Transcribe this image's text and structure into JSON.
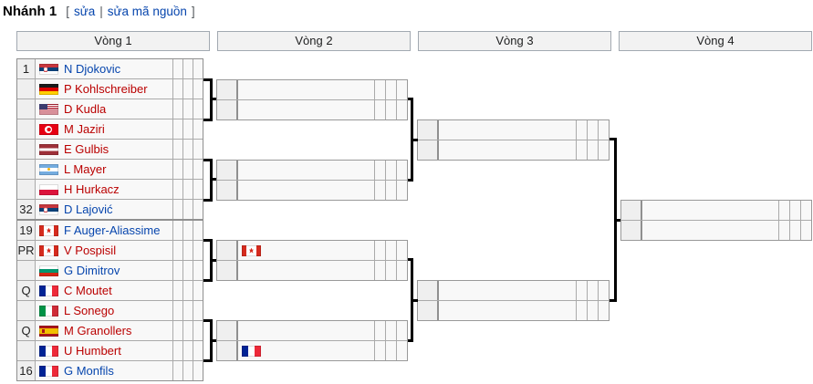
{
  "header": {
    "title": "Nhánh 1",
    "bracket_open": "[",
    "edit_label": "sửa",
    "separator": "|",
    "edit_source_label": "sửa mã nguồn",
    "bracket_close": "]"
  },
  "rounds": [
    "Vòng 1",
    "Vòng 2",
    "Vòng 3",
    "Vòng 4"
  ],
  "colors": {
    "link_blue": "#0645ad",
    "link_red": "#ba0000",
    "header_bg": "#f2f2f2",
    "cell_bg": "#f8f8f8",
    "seed_bg": "#efefef",
    "cell_border": "#aaaaaa",
    "connector": "#000000"
  },
  "bracket": {
    "round1": [
      {
        "seed": "1",
        "flag": "rs",
        "country": "serbia",
        "name": "N Djokovic",
        "link": "blue",
        "scores": [
          "",
          "",
          ""
        ]
      },
      {
        "seed": "",
        "flag": "de",
        "country": "germany",
        "name": "P Kohlschreiber",
        "link": "red",
        "scores": [
          "",
          "",
          ""
        ]
      },
      {
        "seed": "",
        "flag": "us",
        "country": "united-states",
        "name": "D Kudla",
        "link": "red",
        "scores": [
          "",
          "",
          ""
        ]
      },
      {
        "seed": "",
        "flag": "tn",
        "country": "tunisia",
        "name": "M Jaziri",
        "link": "red",
        "scores": [
          "",
          "",
          ""
        ]
      },
      {
        "seed": "",
        "flag": "lv",
        "country": "latvia",
        "name": "E Gulbis",
        "link": "red",
        "scores": [
          "",
          "",
          ""
        ]
      },
      {
        "seed": "",
        "flag": "ar",
        "country": "argentina",
        "name": "L Mayer",
        "link": "red",
        "scores": [
          "",
          "",
          ""
        ]
      },
      {
        "seed": "",
        "flag": "pl",
        "country": "poland",
        "name": "H Hurkacz",
        "link": "red",
        "scores": [
          "",
          "",
          ""
        ]
      },
      {
        "seed": "32",
        "flag": "rs",
        "country": "serbia",
        "name": "D Lajović",
        "link": "blue",
        "scores": [
          "",
          "",
          ""
        ]
      },
      {
        "seed": "19",
        "flag": "ca",
        "country": "canada",
        "name": "F Auger-Aliassime",
        "link": "blue",
        "scores": [
          "",
          "",
          ""
        ]
      },
      {
        "seed": "PR",
        "flag": "ca",
        "country": "canada",
        "name": "V Pospisil",
        "link": "red",
        "scores": [
          "",
          "",
          ""
        ]
      },
      {
        "seed": "",
        "flag": "bg",
        "country": "bulgaria",
        "name": "G Dimitrov",
        "link": "blue",
        "scores": [
          "",
          "",
          ""
        ]
      },
      {
        "seed": "Q",
        "flag": "fr",
        "country": "france",
        "name": "C Moutet",
        "link": "red",
        "scores": [
          "",
          "",
          ""
        ]
      },
      {
        "seed": "",
        "flag": "it",
        "country": "italy",
        "name": "L Sonego",
        "link": "red",
        "scores": [
          "",
          "",
          ""
        ]
      },
      {
        "seed": "Q",
        "flag": "es",
        "country": "spain",
        "name": "M Granollers",
        "link": "red",
        "scores": [
          "",
          "",
          ""
        ]
      },
      {
        "seed": "",
        "flag": "fr",
        "country": "france",
        "name": "U Humbert",
        "link": "red",
        "scores": [
          "",
          "",
          ""
        ]
      },
      {
        "seed": "16",
        "flag": "fr",
        "country": "france",
        "name": "G Monfils",
        "link": "blue",
        "scores": [
          "",
          "",
          ""
        ]
      }
    ],
    "round2": [
      {
        "seed": "",
        "flag": "",
        "country": "",
        "name": "",
        "link": "",
        "scores": [
          "",
          "",
          ""
        ]
      },
      {
        "seed": "",
        "flag": "",
        "country": "",
        "name": "",
        "link": "",
        "scores": [
          "",
          "",
          ""
        ]
      },
      {
        "seed": "",
        "flag": "",
        "country": "",
        "name": "",
        "link": "",
        "scores": [
          "",
          "",
          ""
        ]
      },
      {
        "seed": "",
        "flag": "",
        "country": "",
        "name": "",
        "link": "",
        "scores": [
          "",
          "",
          ""
        ]
      },
      {
        "seed": "",
        "flag": "ca",
        "country": "canada",
        "name": "",
        "link": "",
        "scores": [
          "",
          "",
          ""
        ]
      },
      {
        "seed": "",
        "flag": "",
        "country": "",
        "name": "",
        "link": "",
        "scores": [
          "",
          "",
          ""
        ]
      },
      {
        "seed": "",
        "flag": "",
        "country": "",
        "name": "",
        "link": "",
        "scores": [
          "",
          "",
          ""
        ]
      },
      {
        "seed": "",
        "flag": "fr",
        "country": "france",
        "name": "",
        "link": "",
        "scores": [
          "",
          "",
          ""
        ]
      }
    ],
    "round3": [
      {
        "seed": "",
        "flag": "",
        "country": "",
        "name": "",
        "link": "",
        "scores": [
          "",
          "",
          ""
        ]
      },
      {
        "seed": "",
        "flag": "",
        "country": "",
        "name": "",
        "link": "",
        "scores": [
          "",
          "",
          ""
        ]
      },
      {
        "seed": "",
        "flag": "",
        "country": "",
        "name": "",
        "link": "",
        "scores": [
          "",
          "",
          ""
        ]
      },
      {
        "seed": "",
        "flag": "",
        "country": "",
        "name": "",
        "link": "",
        "scores": [
          "",
          "",
          ""
        ]
      }
    ],
    "round4": [
      {
        "seed": "",
        "flag": "",
        "country": "",
        "name": "",
        "link": "",
        "scores": [
          "",
          "",
          ""
        ]
      },
      {
        "seed": "",
        "flag": "",
        "country": "",
        "name": "",
        "link": "",
        "scores": [
          "",
          "",
          ""
        ]
      }
    ]
  }
}
